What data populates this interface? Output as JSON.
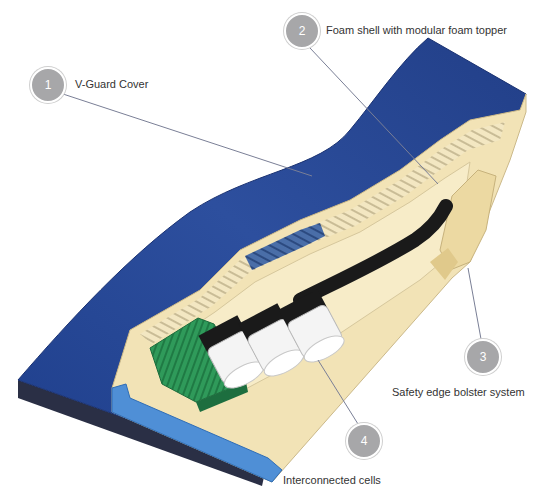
{
  "diagram": {
    "nodes": [
      {
        "text": [
          "1"
        ]
      },
      {
        "text": [
          "2"
        ]
      },
      {
        "text": [
          "3"
        ]
      },
      {
        "text": [
          "4"
        ]
      }
    ],
    "labels": [
      "V-Guard Cover",
      "Foam shell with modular foam topper",
      "Safety edge bolster system",
      "Interconnected cells"
    ]
  }
}
